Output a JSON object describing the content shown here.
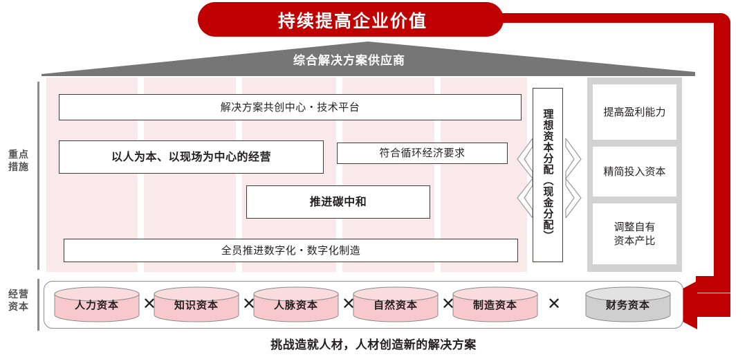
{
  "banner": {
    "text": "持续提高企业价值",
    "color": "#c00000"
  },
  "roof": {
    "text": "综合解决方案供应商",
    "color": "#767676"
  },
  "rail": {
    "measures_label": "重点\n措施",
    "measures_line1": "重点",
    "measures_line2": "措施",
    "capital_line1": "经营",
    "capital_line2": "资本"
  },
  "measures": {
    "boxes": [
      {
        "label": "解决方案共创中心・技术平台",
        "weight": "reg"
      },
      {
        "label": "以人为本、以现场为中心的经营",
        "weight": "bold"
      },
      {
        "label": "符合循环经济要求",
        "weight": "reg"
      },
      {
        "label": "推进碳中和",
        "weight": "bold"
      },
      {
        "label": "全员推进数字化・数字化制造",
        "weight": "reg"
      }
    ]
  },
  "ideal_capital": {
    "label": "理想资本分配（现金分配）"
  },
  "results": {
    "items": [
      {
        "label": "提高盈利能力"
      },
      {
        "label": "精简投入资本"
      },
      {
        "label": "调整自有\n资本产比",
        "line1": "调整自有",
        "line2": "资本产比"
      }
    ]
  },
  "capital_row": {
    "cylinders": [
      {
        "label": "人力资本",
        "tone": "pink"
      },
      {
        "label": "知识资本",
        "tone": "pink"
      },
      {
        "label": "人脉资本",
        "tone": "pink"
      },
      {
        "label": "自然资本",
        "tone": "pink"
      },
      {
        "label": "制造资本",
        "tone": "pink"
      },
      {
        "label": "财务资本",
        "tone": "grey"
      }
    ],
    "operator": "✕"
  },
  "footer": {
    "text": "挑战造就人材，人材创造新的解决方案"
  },
  "colors": {
    "red": "#c00000",
    "pink_column": "#fae9ea",
    "pink_cylinder": "#f8c9cc",
    "grey_panel": "#d2d2d2",
    "grey_cylinder": "#cfcfcf",
    "roof_grey": "#767676"
  }
}
